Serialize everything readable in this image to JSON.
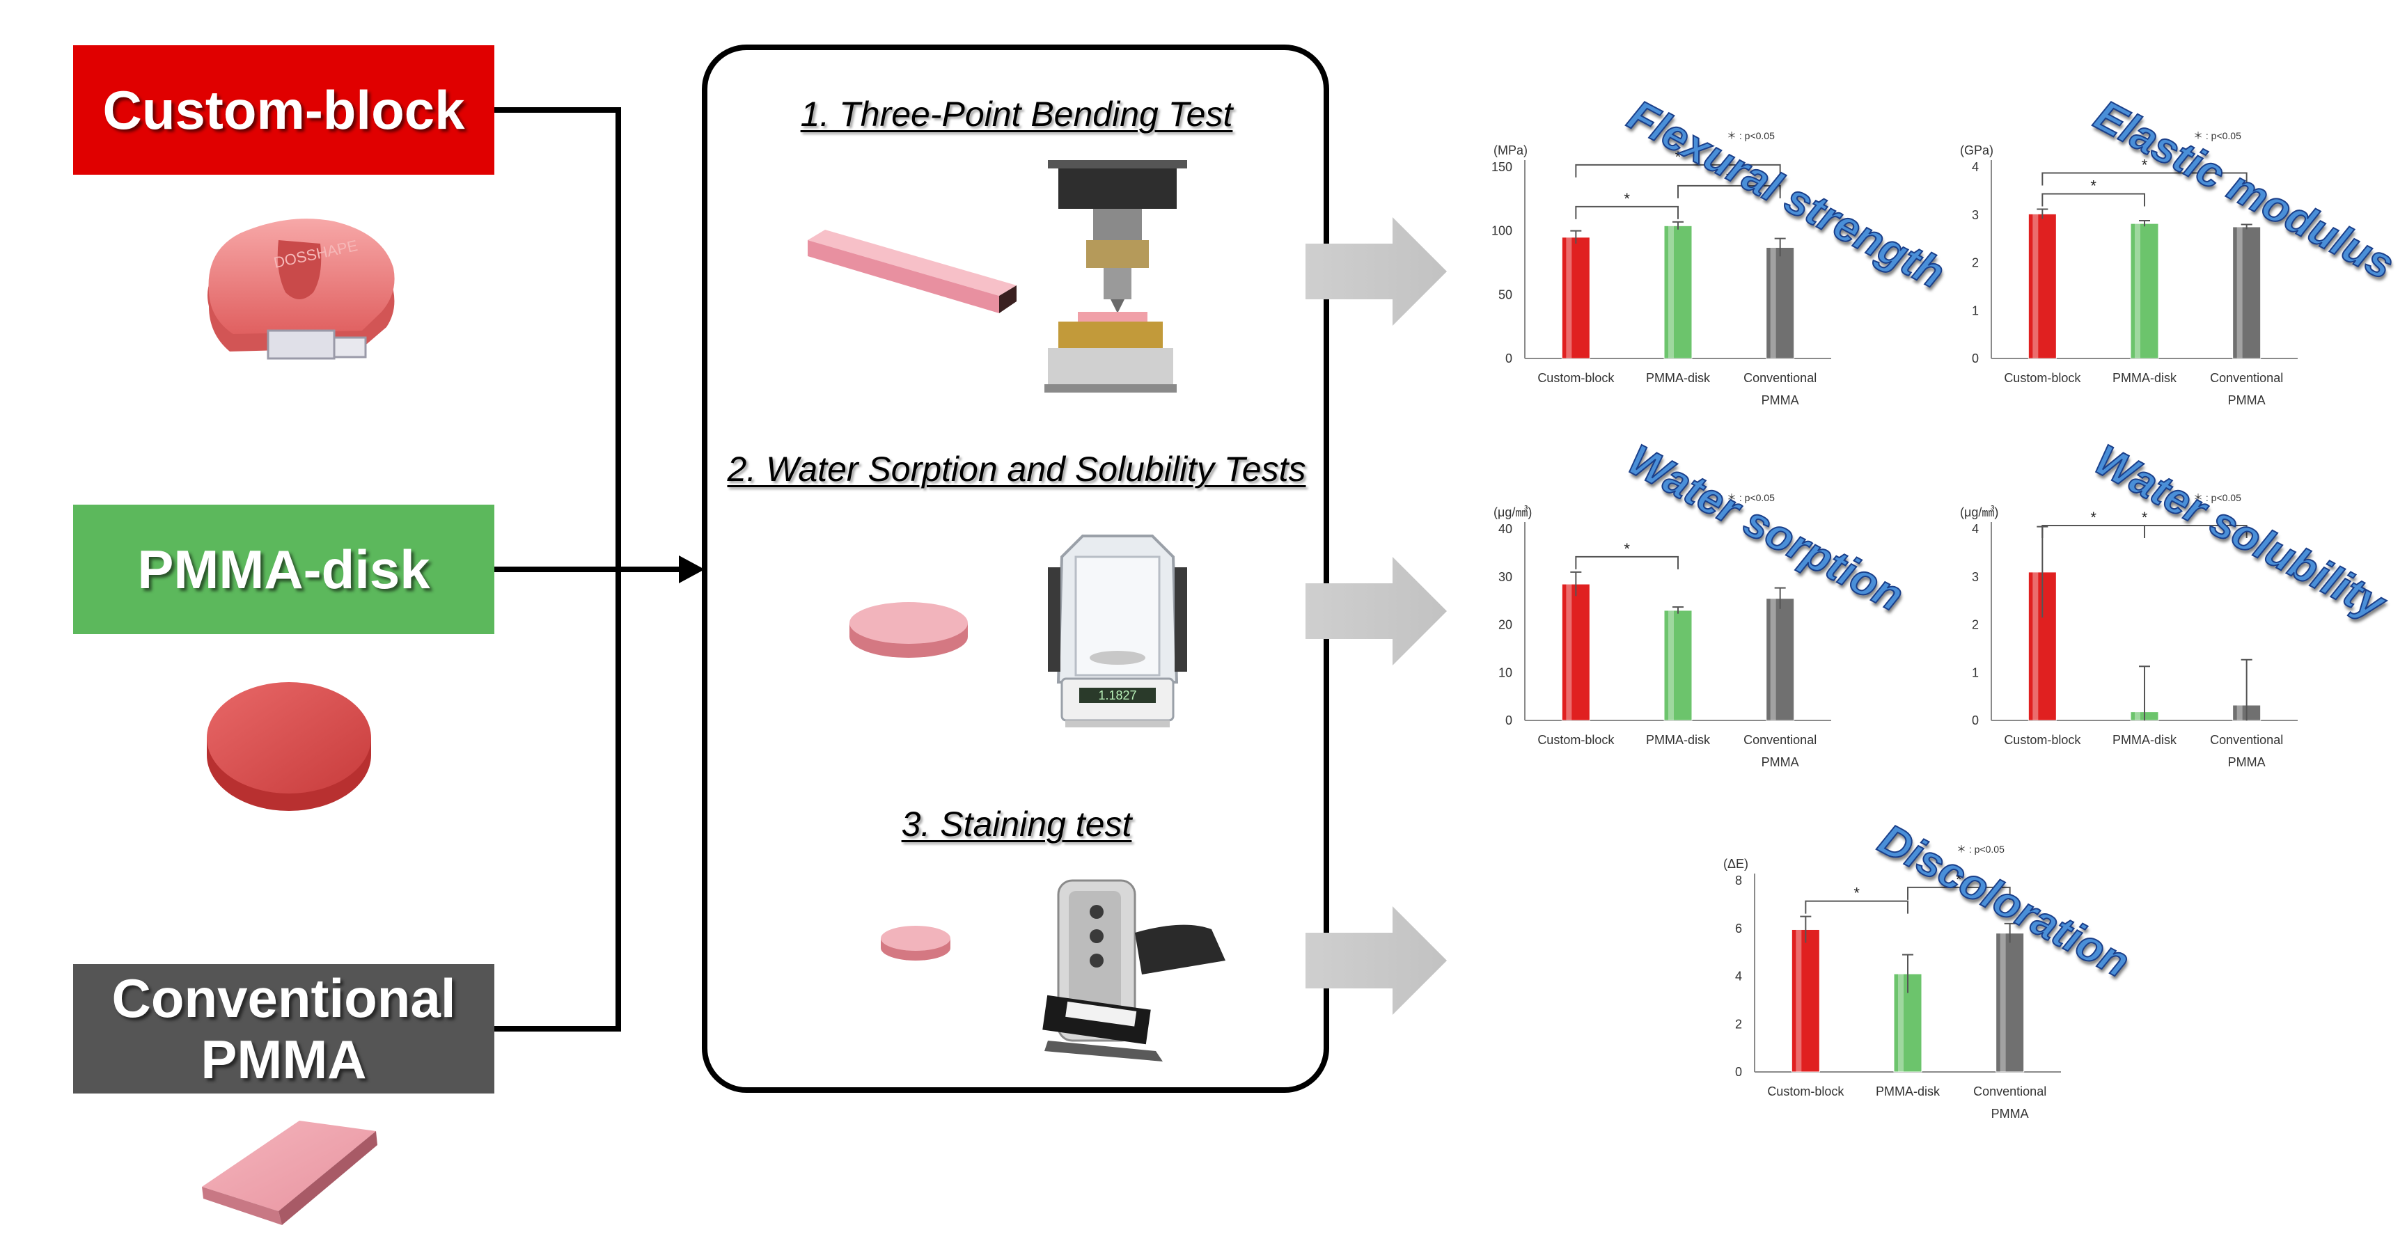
{
  "materials": [
    {
      "id": "custom",
      "label": "Custom-block",
      "color": "#e00000"
    },
    {
      "id": "pmma",
      "label": "PMMA-disk",
      "color": "#5cb85c"
    },
    {
      "id": "conv",
      "label": "Conventional PMMA",
      "label_lines": [
        "Conventional",
        "PMMA"
      ],
      "color": "#555555"
    }
  ],
  "photo_text": "DOSSHAPE",
  "tests": [
    {
      "label": "1. Three-Point Bending Test"
    },
    {
      "label": "2. Water Sorption and Solubility Tests"
    },
    {
      "label": "3. Staining test"
    }
  ],
  "balance_display": "1.1827",
  "colors": {
    "red": "#e02020",
    "green": "#6cc46c",
    "gray": "#707070",
    "wordart_fill": "#4a8fd8",
    "wordart_stroke": "#1a3f8a",
    "arrow": "#c8c8c8"
  },
  "chart_data": [
    {
      "type": "bar",
      "title": "Flexural strength",
      "ylabel": "(MPa)",
      "ylim": [
        0,
        150
      ],
      "yticks": [
        0,
        50,
        100,
        150
      ],
      "categories": [
        "Custom-block",
        "PMMA-disk",
        "Conventional PMMA"
      ],
      "values": [
        95,
        104,
        87
      ],
      "errors": [
        5,
        3,
        7
      ],
      "significance_note": "＊ : p<0.05",
      "sig_symbol": "*",
      "significance": [
        [
          0,
          1
        ],
        [
          1,
          2
        ],
        [
          0,
          2
        ]
      ]
    },
    {
      "type": "bar",
      "title": "Elastic modulus",
      "ylabel": "(GPa)",
      "ylim": [
        0,
        4
      ],
      "yticks": [
        0,
        1,
        2,
        3,
        4
      ],
      "categories": [
        "Custom-block",
        "PMMA-disk",
        "Conventional PMMA"
      ],
      "values": [
        3.02,
        2.82,
        2.75
      ],
      "errors": [
        0.1,
        0.06,
        0.05
      ],
      "significance_note": "＊ : p<0.05",
      "sig_symbol": "*",
      "significance": [
        [
          0,
          1
        ],
        [
          0,
          2
        ]
      ]
    },
    {
      "type": "bar",
      "title": "Water sorption",
      "ylabel": "(μg/㎣)",
      "ylim": [
        0,
        40
      ],
      "yticks": [
        0,
        10,
        20,
        30,
        40
      ],
      "categories": [
        "Custom-block",
        "PMMA-disk",
        "Conventional PMMA"
      ],
      "values": [
        28.5,
        23,
        25.5
      ],
      "errors": [
        2.5,
        0.7,
        2.2
      ],
      "significance_note": "＊ : p<0.05",
      "sig_symbol": "*",
      "significance": [
        [
          0,
          1
        ]
      ]
    },
    {
      "type": "bar",
      "title": "Water solubility",
      "ylabel": "(μg/㎣)",
      "ylim": [
        0,
        4
      ],
      "yticks": [
        0,
        1,
        2,
        3,
        4
      ],
      "categories": [
        "Custom-block",
        "PMMA-disk",
        "Conventional PMMA"
      ],
      "values": [
        3.1,
        0.18,
        0.32
      ],
      "errors": [
        0.95,
        0.95,
        0.95
      ],
      "significance_note": "＊ : p<0.05",
      "sig_symbol": "*",
      "significance": [
        [
          0,
          1
        ],
        [
          0,
          2
        ]
      ]
    },
    {
      "type": "bar",
      "title": "Discoloration",
      "ylabel": "(ΔE)",
      "ylim": [
        0,
        8
      ],
      "yticks": [
        0,
        2,
        4,
        6,
        8
      ],
      "categories": [
        "Custom-block",
        "PMMA-disk",
        "Conventional PMMA"
      ],
      "values": [
        5.95,
        4.1,
        5.8
      ],
      "errors": [
        0.55,
        0.8,
        0.4
      ],
      "significance_note": "＊ : p<0.05",
      "sig_symbol": "*",
      "significance": [
        [
          0,
          1
        ],
        [
          1,
          2
        ]
      ]
    }
  ]
}
